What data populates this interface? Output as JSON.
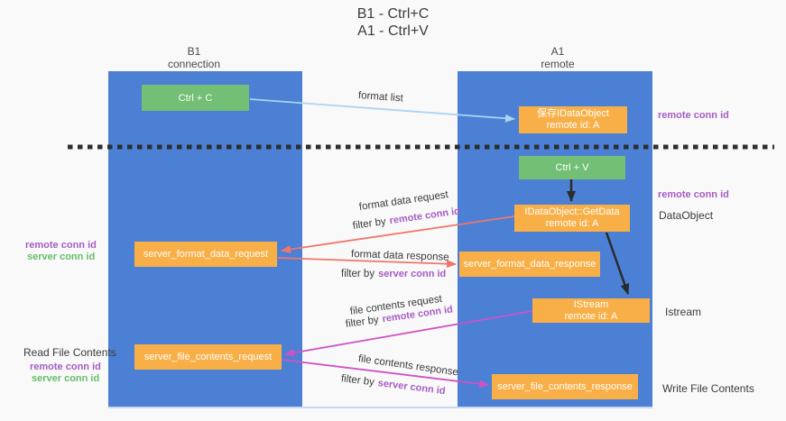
{
  "title": {
    "line1": "B1 - Ctrl+C",
    "line2": "A1 - Ctrl+V"
  },
  "lanes": {
    "left": {
      "title": "B1",
      "subtitle": "connection"
    },
    "right": {
      "title": "A1",
      "subtitle": "remote"
    }
  },
  "nodes": {
    "ctrl_c": {
      "label": "Ctrl + C"
    },
    "ctrl_v": {
      "label": "Ctrl + V"
    },
    "save_dataobject": {
      "line1": "保存IDataObject",
      "line2": "remote id: A"
    },
    "getdata": {
      "line1": "IDataObject::GetData",
      "line2": "remote id: A"
    },
    "istream": {
      "line1": "IStream",
      "line2": "remote id: A"
    },
    "server_format_data_request": {
      "label": "server_format_data_request"
    },
    "server_format_data_response": {
      "label": "server_format_data_response"
    },
    "server_file_contents_request": {
      "label": "server_file_contents_request"
    },
    "server_file_contents_response": {
      "label": "server_file_contents_response"
    }
  },
  "flow_labels": {
    "format_list": "format list",
    "format_data_request": "format data request",
    "format_data_response": "format data response",
    "file_contents_request": "file contents request",
    "file_contents_response": "file contents response",
    "filter_by": "filter by",
    "remote_conn_id": "remote conn id",
    "server_conn_id": "server conn id"
  },
  "side_labels": {
    "right_top_purple": "remote conn id",
    "right_mid_purple": "remote conn id",
    "dataobject": "DataObject",
    "istream": "Istream",
    "write_file_contents": "Write File Contents",
    "left_mid_purple": "remote conn id",
    "left_mid_green": "server conn id",
    "read_file_contents": "Read File Contents",
    "left_bottom_purple": "remote conn id",
    "left_bottom_green": "server conn id"
  },
  "colors": {
    "lane_blue": "#4b80d5",
    "box_green": "#72bf75",
    "box_orange": "#f9af47",
    "arrow_light_blue": "#aad4f0",
    "arrow_salmon": "#ef776b",
    "arrow_magenta": "#cf52c4",
    "arrow_black": "#2b2b2b",
    "text_purple": "#a65cc4",
    "text_green": "#67bd6b"
  }
}
